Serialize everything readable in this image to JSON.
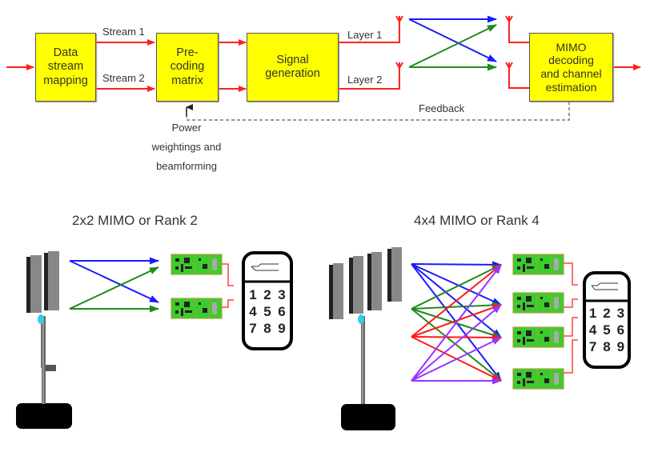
{
  "block_diagram": {
    "blocks": [
      {
        "id": "data-stream-mapping",
        "label": "Data\nstream\nmapping"
      },
      {
        "id": "precoding-matrix",
        "label": "Pre-\ncoding\nmatrix"
      },
      {
        "id": "signal-generation",
        "label": "Signal\ngeneration"
      },
      {
        "id": "mimo-decoding",
        "label": "MIMO\ndecoding\nand channel\nestimation"
      }
    ],
    "stream_labels": [
      "Stream 1",
      "Stream 2"
    ],
    "layer_labels": [
      "Layer 1",
      "Layer 2"
    ],
    "feedback_label": "Feedback",
    "precoding_input_label": "Power\nweightings and\nbeamforming"
  },
  "mimo_2x2": {
    "title": "2x2 MIMO or Rank 2",
    "tx_antennas": 2,
    "rx_antennas": 2
  },
  "mimo_4x4": {
    "title": "4x4 MIMO or Rank 4",
    "tx_antennas": 4,
    "rx_antennas": 4
  },
  "phone_keys": [
    "1",
    "2",
    "3",
    "4",
    "5",
    "6",
    "7",
    "8",
    "9"
  ],
  "colors": {
    "block_fill": "#ffff00",
    "signal_line": "#ff2020",
    "path_1": "#1a1aff",
    "path_2": "#1e8a1e",
    "path_3": "#ff1a1a",
    "path_4": "#9933ff",
    "pcb": "#3ccc2c"
  }
}
